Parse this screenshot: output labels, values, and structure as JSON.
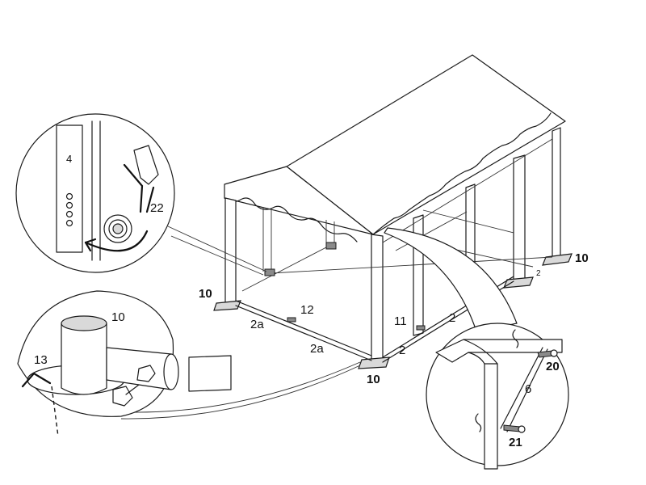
{
  "callouts": {
    "part_10_front_left": "10",
    "part_10_front_right": "10",
    "part_10_back_right": "10",
    "part_10_detail": "10",
    "part_12": "12",
    "part_2a_a": "2a",
    "part_2a_b": "2a",
    "part_11": "11",
    "part_2_a": "2",
    "part_2_b": "2",
    "part_2_small": "2",
    "part_4": "4",
    "part_22": "22",
    "part_13": "13",
    "part_20": "20",
    "part_6": "6",
    "part_21": "21"
  }
}
